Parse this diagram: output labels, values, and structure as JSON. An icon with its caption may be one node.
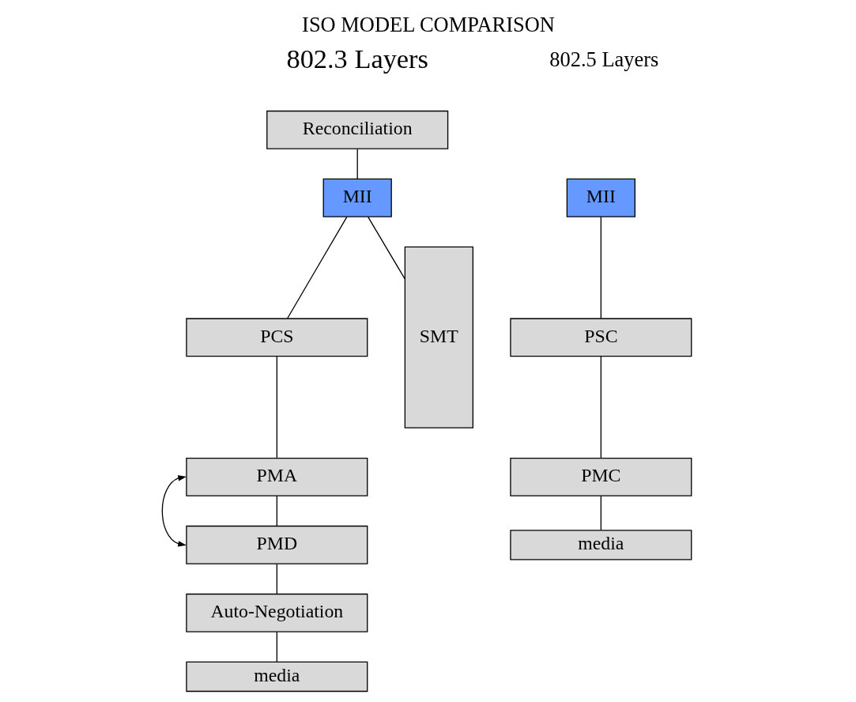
{
  "diagram": {
    "title": "ISO MODEL COMPARISON",
    "nodes": [
      {
        "text": [
          "Reconciliation"
        ]
      },
      {
        "text": [
          "MII"
        ]
      },
      {
        "text": [
          "PCS"
        ]
      },
      {
        "text": [
          "SMT"
        ]
      },
      {
        "text": [
          "PMA"
        ]
      },
      {
        "text": [
          "PMD"
        ]
      },
      {
        "text": [
          "Auto-Negotiation"
        ]
      },
      {
        "text": [
          "media"
        ]
      },
      {
        "text": [
          "MII"
        ]
      },
      {
        "text": [
          "PSC"
        ]
      },
      {
        "text": [
          "PMC"
        ]
      },
      {
        "text": [
          "media"
        ]
      }
    ],
    "edges": [
      {
        "from": 0,
        "to": 1,
        "arrow": "none"
      },
      {
        "from": 1,
        "to": 2,
        "arrow": "none"
      },
      {
        "from": 1,
        "to": 3,
        "arrow": "none"
      },
      {
        "from": 2,
        "to": 4,
        "arrow": "none"
      },
      {
        "from": 4,
        "to": 5,
        "arrow": "none"
      },
      {
        "from": 4,
        "to": 5,
        "arrow": "both"
      },
      {
        "from": 5,
        "to": 6,
        "arrow": "none"
      },
      {
        "from": 6,
        "to": 7,
        "arrow": "none"
      },
      {
        "from": 8,
        "to": 9,
        "arrow": "none"
      },
      {
        "from": 9,
        "to": 10,
        "arrow": "none"
      },
      {
        "from": 10,
        "to": 11,
        "arrow": "none"
      }
    ],
    "labels": [
      "802.3 Layers",
      "802.5 Layers"
    ]
  }
}
